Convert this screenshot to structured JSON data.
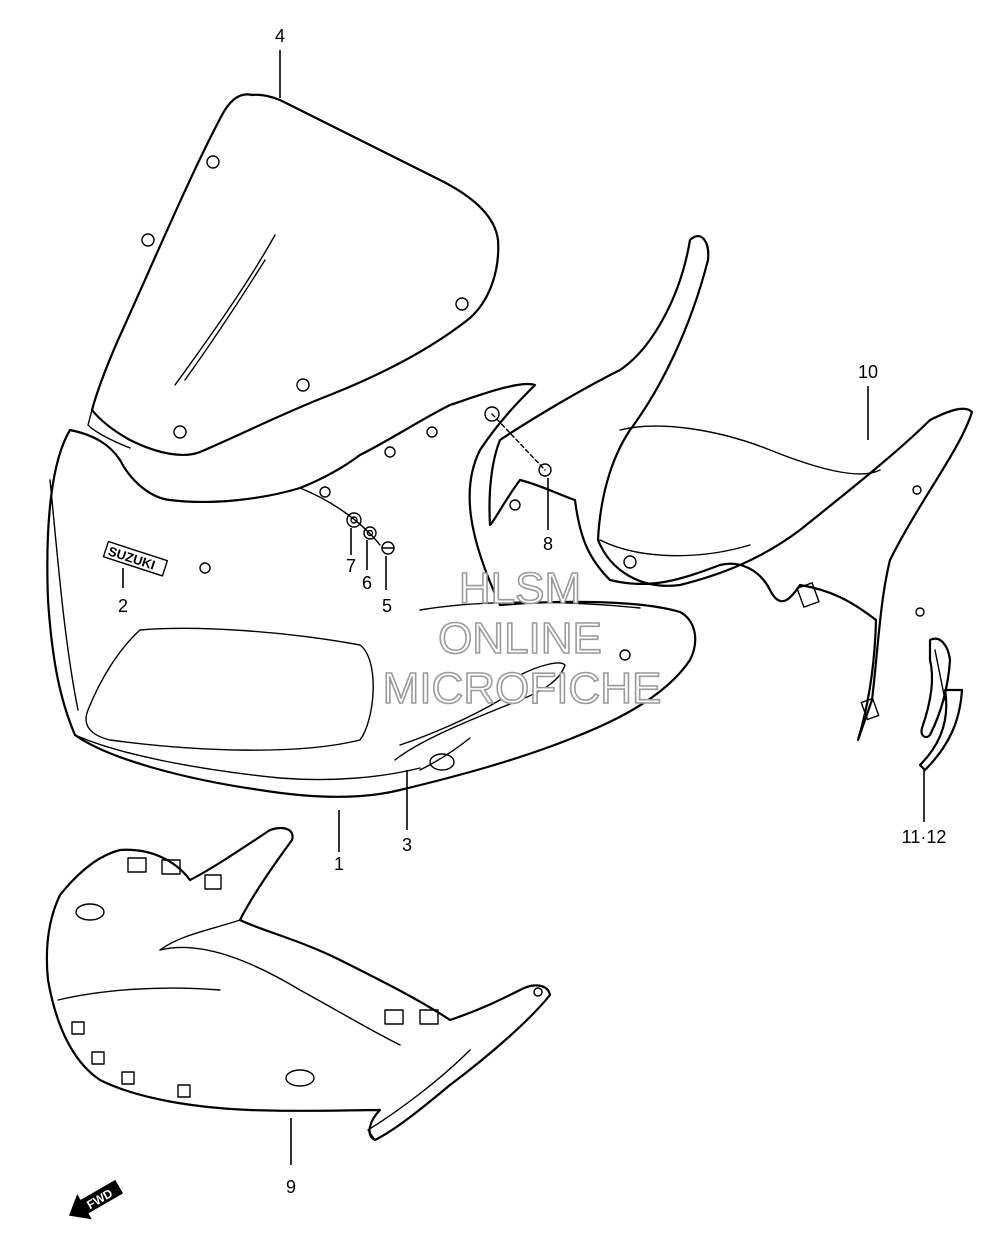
{
  "callouts": {
    "c1": "1",
    "c2": "2",
    "c3": "3",
    "c4": "4",
    "c5": "5",
    "c6": "6",
    "c7": "7",
    "c8": "8",
    "c9": "9",
    "c10": "10",
    "c11_12": "11·12"
  },
  "decals": {
    "brand": "SUZUKI"
  },
  "direction": {
    "label": "FWD"
  },
  "watermark": {
    "line1": "HLSM",
    "line2": "ONLINE",
    "line3": "MICROFICHE"
  }
}
